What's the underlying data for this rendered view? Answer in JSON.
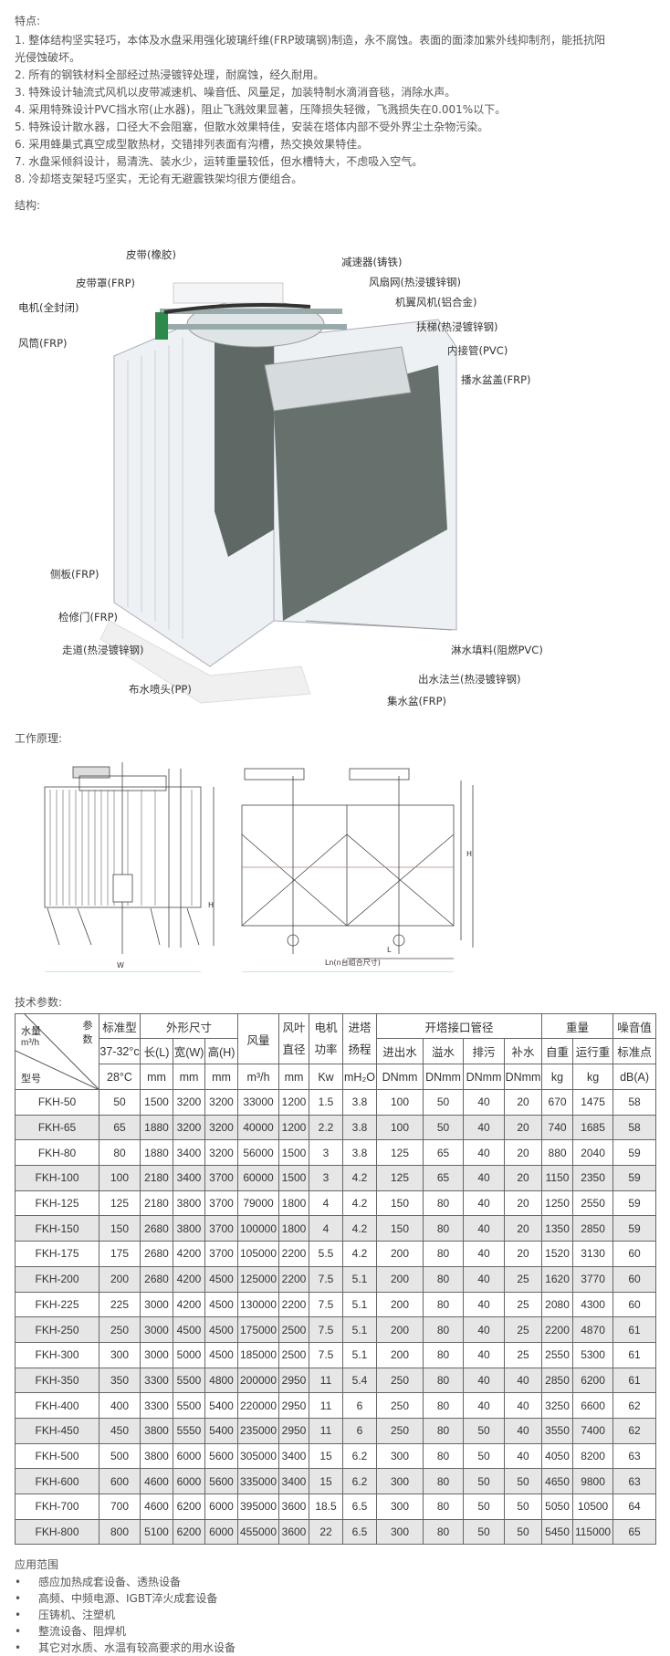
{
  "features": {
    "title": "特点:",
    "items": [
      "1.  整体结构坚实轻巧，本体及水盘采用强化玻璃纤维(FRP玻璃钢)制造，永不腐蚀。表面的面漆加紫外线抑制剂，能抵抗阳",
      "光侵蚀破坏。",
      "2.  所有的钢铁材料全部经过热浸镀锌处理，耐腐蚀，经久耐用。",
      "3.  特殊设计轴流式风机以皮带减速机、噪音低、风量足，加装特制水滴消音毯，消除水声。",
      "4.  采用特殊设计PVC挡水帘(止水器)，阻止飞溅效果显著，压降损失轻微，飞溅损失在0.001%以下。",
      "5.  特殊设计散水器，口径大不会阻塞，但散水效果特佳，安装在塔体内部不受外界尘土杂物污染。",
      "6.  采用蜂巢式真空成型散热材，交错排列表面有沟槽，热交换效果特佳。",
      "7.  水盘采倾斜设计，易清洗、装水少，运转重量较低，但水槽特大，不虑吸入空气。",
      "8.  冷却塔支架轻巧坚实，无论有无避震铁架均很方便组合。"
    ]
  },
  "structure": {
    "title": "结构:",
    "labels": {
      "belt": "皮带(橡胶)",
      "reducer": "减速器(铸铁)",
      "belt_cover": "皮带罩(FRP)",
      "fan_guard": "风扇网(热浸镀锌钢)",
      "fan": "机翼风机(铝合金)",
      "motor": "电机(全封闭)",
      "ladder": "扶梯(热浸镀锌钢)",
      "fan_stack": "风筒(FRP)",
      "inner_pipe": "内接管(PVC)",
      "basin_cover": "播水盆盖(FRP)",
      "side_panel": "侧板(FRP)",
      "access_door": "检修门(FRP)",
      "walkway": "走道(热浸镀锌钢)",
      "nozzle": "布水喷头(PP)",
      "fill": "淋水填料(阻燃PVC)",
      "outlet_flange": "出水法兰(热浸镀锌钢)",
      "basin": "集水盆(FRP)"
    }
  },
  "principle": {
    "title": "工作原理:",
    "dims": {
      "w": "W",
      "h": "H",
      "l": "L",
      "ln": "Ln(n台组合尺寸)"
    }
  },
  "specs": {
    "title": "技术参数:",
    "corner": {
      "param": "参数",
      "flow": "水量",
      "flow_unit": "m³/h",
      "model": "型号"
    },
    "header1": [
      "标准型",
      "外形尺寸",
      "风量",
      "风叶直径",
      "电机功率",
      "进塔扬程",
      "开塔接口管径",
      "重量",
      "噪音值"
    ],
    "header2": [
      "37-32°c",
      "长(L)",
      "宽(W)",
      "高(H)",
      "进出水",
      "溢水",
      "排污",
      "补水",
      "自重",
      "运行重",
      "标准点"
    ],
    "units": [
      "28°C",
      "mm",
      "mm",
      "mm",
      "m³/h",
      "mm",
      "Kw",
      "mH₂O",
      "DNmm",
      "DNmm",
      "DNmm",
      "DNmm",
      "kg",
      "kg",
      "dB(A)"
    ],
    "rows": [
      [
        "FKH-50",
        "50",
        "1500",
        "3200",
        "3200",
        "33000",
        "1200",
        "1.5",
        "3.8",
        "100",
        "50",
        "40",
        "20",
        "670",
        "1475",
        "58"
      ],
      [
        "FKH-65",
        "65",
        "1880",
        "3200",
        "3200",
        "40000",
        "1200",
        "2.2",
        "3.8",
        "100",
        "50",
        "40",
        "20",
        "740",
        "1685",
        "58"
      ],
      [
        "FKH-80",
        "80",
        "1880",
        "3400",
        "3200",
        "56000",
        "1500",
        "3",
        "3.8",
        "125",
        "65",
        "40",
        "20",
        "880",
        "2040",
        "59"
      ],
      [
        "FKH-100",
        "100",
        "2180",
        "3400",
        "3700",
        "60000",
        "1500",
        "3",
        "4.2",
        "125",
        "65",
        "40",
        "20",
        "1150",
        "2350",
        "59"
      ],
      [
        "FKH-125",
        "125",
        "2180",
        "3800",
        "3700",
        "79000",
        "1800",
        "4",
        "4.2",
        "150",
        "80",
        "40",
        "20",
        "1250",
        "2550",
        "59"
      ],
      [
        "FKH-150",
        "150",
        "2680",
        "3800",
        "3700",
        "100000",
        "1800",
        "4",
        "4.2",
        "150",
        "80",
        "40",
        "20",
        "1350",
        "2850",
        "59"
      ],
      [
        "FKH-175",
        "175",
        "2680",
        "4200",
        "3700",
        "105000",
        "2200",
        "5.5",
        "4.2",
        "200",
        "80",
        "40",
        "20",
        "1520",
        "3130",
        "60"
      ],
      [
        "FKH-200",
        "200",
        "2680",
        "4200",
        "4500",
        "125000",
        "2200",
        "7.5",
        "5.1",
        "200",
        "80",
        "40",
        "25",
        "1620",
        "3770",
        "60"
      ],
      [
        "FKH-225",
        "225",
        "3000",
        "4200",
        "4500",
        "130000",
        "2200",
        "7.5",
        "5.1",
        "200",
        "80",
        "40",
        "25",
        "2080",
        "4300",
        "60"
      ],
      [
        "FKH-250",
        "250",
        "3000",
        "4500",
        "4500",
        "175000",
        "2500",
        "7.5",
        "5.1",
        "200",
        "80",
        "40",
        "25",
        "2200",
        "4870",
        "61"
      ],
      [
        "FKH-300",
        "300",
        "3000",
        "5000",
        "4500",
        "185000",
        "2500",
        "7.5",
        "5.1",
        "200",
        "80",
        "40",
        "25",
        "2550",
        "5300",
        "61"
      ],
      [
        "FKH-350",
        "350",
        "3300",
        "5500",
        "4800",
        "200000",
        "2950",
        "11",
        "5.4",
        "250",
        "80",
        "40",
        "40",
        "2850",
        "6200",
        "61"
      ],
      [
        "FKH-400",
        "400",
        "3300",
        "5500",
        "5400",
        "220000",
        "2950",
        "11",
        "6",
        "250",
        "80",
        "40",
        "40",
        "3250",
        "6600",
        "62"
      ],
      [
        "FKH-450",
        "450",
        "3800",
        "5550",
        "5400",
        "235000",
        "2950",
        "11",
        "6",
        "250",
        "80",
        "50",
        "40",
        "3550",
        "7400",
        "62"
      ],
      [
        "FKH-500",
        "500",
        "3800",
        "6000",
        "5600",
        "305000",
        "3400",
        "15",
        "6.2",
        "300",
        "80",
        "50",
        "40",
        "4050",
        "8200",
        "63"
      ],
      [
        "FKH-600",
        "600",
        "4600",
        "6000",
        "5600",
        "335000",
        "3400",
        "15",
        "6.2",
        "300",
        "80",
        "50",
        "50",
        "4650",
        "9800",
        "63"
      ],
      [
        "FKH-700",
        "700",
        "4600",
        "6200",
        "6000",
        "395000",
        "3600",
        "18.5",
        "6.5",
        "300",
        "80",
        "50",
        "50",
        "5050",
        "10500",
        "64"
      ],
      [
        "FKH-800",
        "800",
        "5100",
        "6200",
        "6000",
        "455000",
        "3600",
        "22",
        "6.5",
        "300",
        "80",
        "50",
        "50",
        "5450",
        "115000",
        "65"
      ]
    ]
  },
  "applications": {
    "title": "应用范围",
    "bullet": "•",
    "items": [
      "感应加热成套设备、透热设备",
      "高频、中频电源、IGBT淬火成套设备",
      "压铸机、注塑机",
      "整流设备、阻焊机",
      "其它对水质、水温有较高要求的用水设备"
    ]
  }
}
